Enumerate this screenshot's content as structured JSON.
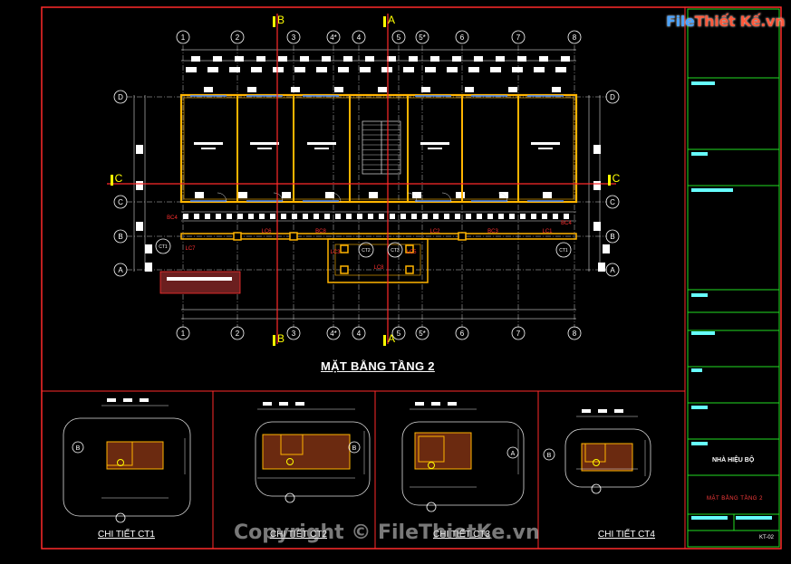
{
  "logo": {
    "brand_blue": "File",
    "brand_red": "Thiết Kế",
    "suffix": ".vn"
  },
  "watermark": "Copyright © FileThietKe.vn",
  "plan": {
    "title": "MẶT BẰNG TẦNG 2",
    "column_axes": [
      "1",
      "2",
      "3",
      "4*",
      "4",
      "5",
      "5*",
      "6",
      "7",
      "8"
    ],
    "row_axes": [
      "D",
      "C",
      "B",
      "A"
    ],
    "section_markers": [
      "B",
      "A",
      "C"
    ],
    "beam_tags": [
      "BC4",
      "LC7",
      "LC6",
      "BC8",
      "LC2",
      "BC3",
      "LC1",
      "BC4",
      "LC8",
      "LC3",
      "LC5"
    ],
    "column_tags": [
      "CT1",
      "CT2",
      "CT3",
      "CT1"
    ]
  },
  "details": [
    {
      "title": "CHI TIẾT CT1"
    },
    {
      "title": "CHI TIẾT CT2"
    },
    {
      "title": "CHI TIẾT CT3"
    },
    {
      "title": "CHI TIẾT CT4"
    }
  ],
  "title_block": {
    "project": "NHÀ HIỆU BỘ",
    "drawing": "MẶT BẰNG TẦNG 2",
    "number": "KT-02"
  },
  "colors": {
    "background": "#000000",
    "border": "#ff2a2a",
    "axis_cut": "#ff2a2a",
    "wall": "#ffb400",
    "title_block_lines": "#22dd22",
    "marker": "#ffff00",
    "grid": "#ffffff"
  }
}
